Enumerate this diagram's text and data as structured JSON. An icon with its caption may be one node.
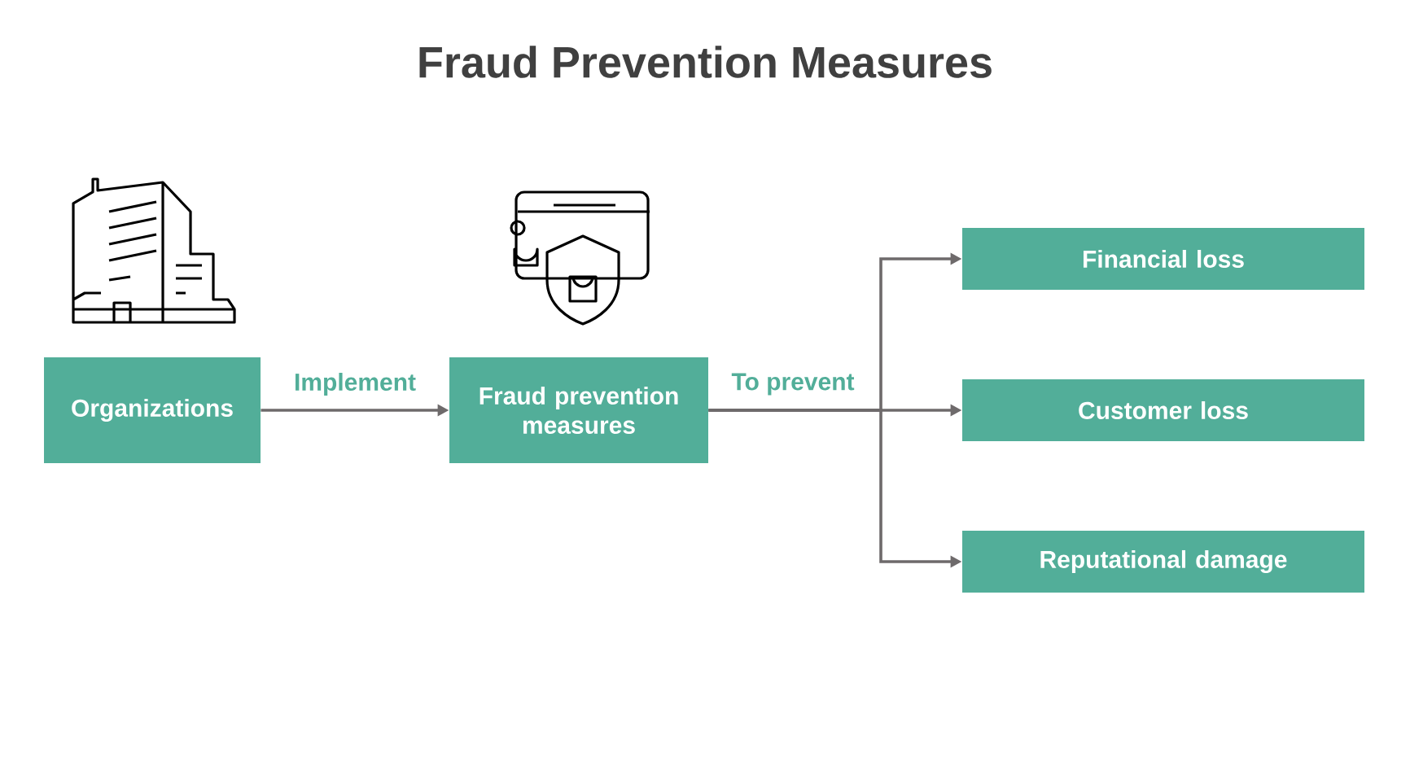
{
  "diagram": {
    "title": "Fraud Prevention Measures",
    "nodes": [
      {
        "text": [
          "Organizations"
        ]
      },
      {
        "text": [
          "Fraud prevention measures"
        ]
      },
      {
        "text": [
          "Financial loss"
        ]
      },
      {
        "text": [
          "Customer loss"
        ]
      },
      {
        "text": [
          "Reputational damage"
        ]
      }
    ],
    "edges": [
      {
        "from": 0,
        "to": 1,
        "arrow": "to",
        "label": "Implement"
      },
      {
        "from": 1,
        "to": 2,
        "arrow": "to"
      },
      {
        "from": 1,
        "to": 3,
        "arrow": "to",
        "label": "To prevent"
      },
      {
        "from": 1,
        "to": 4,
        "arrow": "to"
      }
    ]
  }
}
